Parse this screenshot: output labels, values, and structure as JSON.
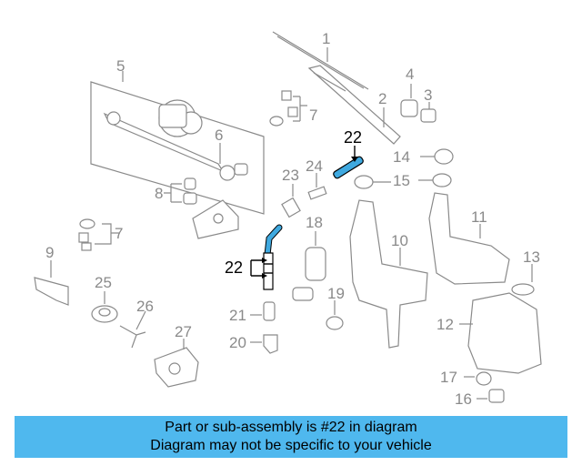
{
  "callouts": {
    "c1": "1",
    "c2": "2",
    "c3": "3",
    "c4": "4",
    "c5": "5",
    "c6": "6",
    "c7a": "7",
    "c7b": "7",
    "c8": "8",
    "c9": "9",
    "c10": "10",
    "c11": "11",
    "c12": "12",
    "c13": "13",
    "c14": "14",
    "c15": "15",
    "c16": "16",
    "c17": "17",
    "c18": "18",
    "c19": "19",
    "c20": "20",
    "c21": "21",
    "c22a": "22",
    "c22b": "22",
    "c23": "23",
    "c24": "24",
    "c25": "25",
    "c26": "26",
    "c27": "27"
  },
  "highlight_color": "#3fa9e0",
  "banner": {
    "line1": "Part or sub-assembly is #22 in diagram",
    "line2": "Diagram may not be specific to your vehicle",
    "color": "#4fb8ee"
  }
}
